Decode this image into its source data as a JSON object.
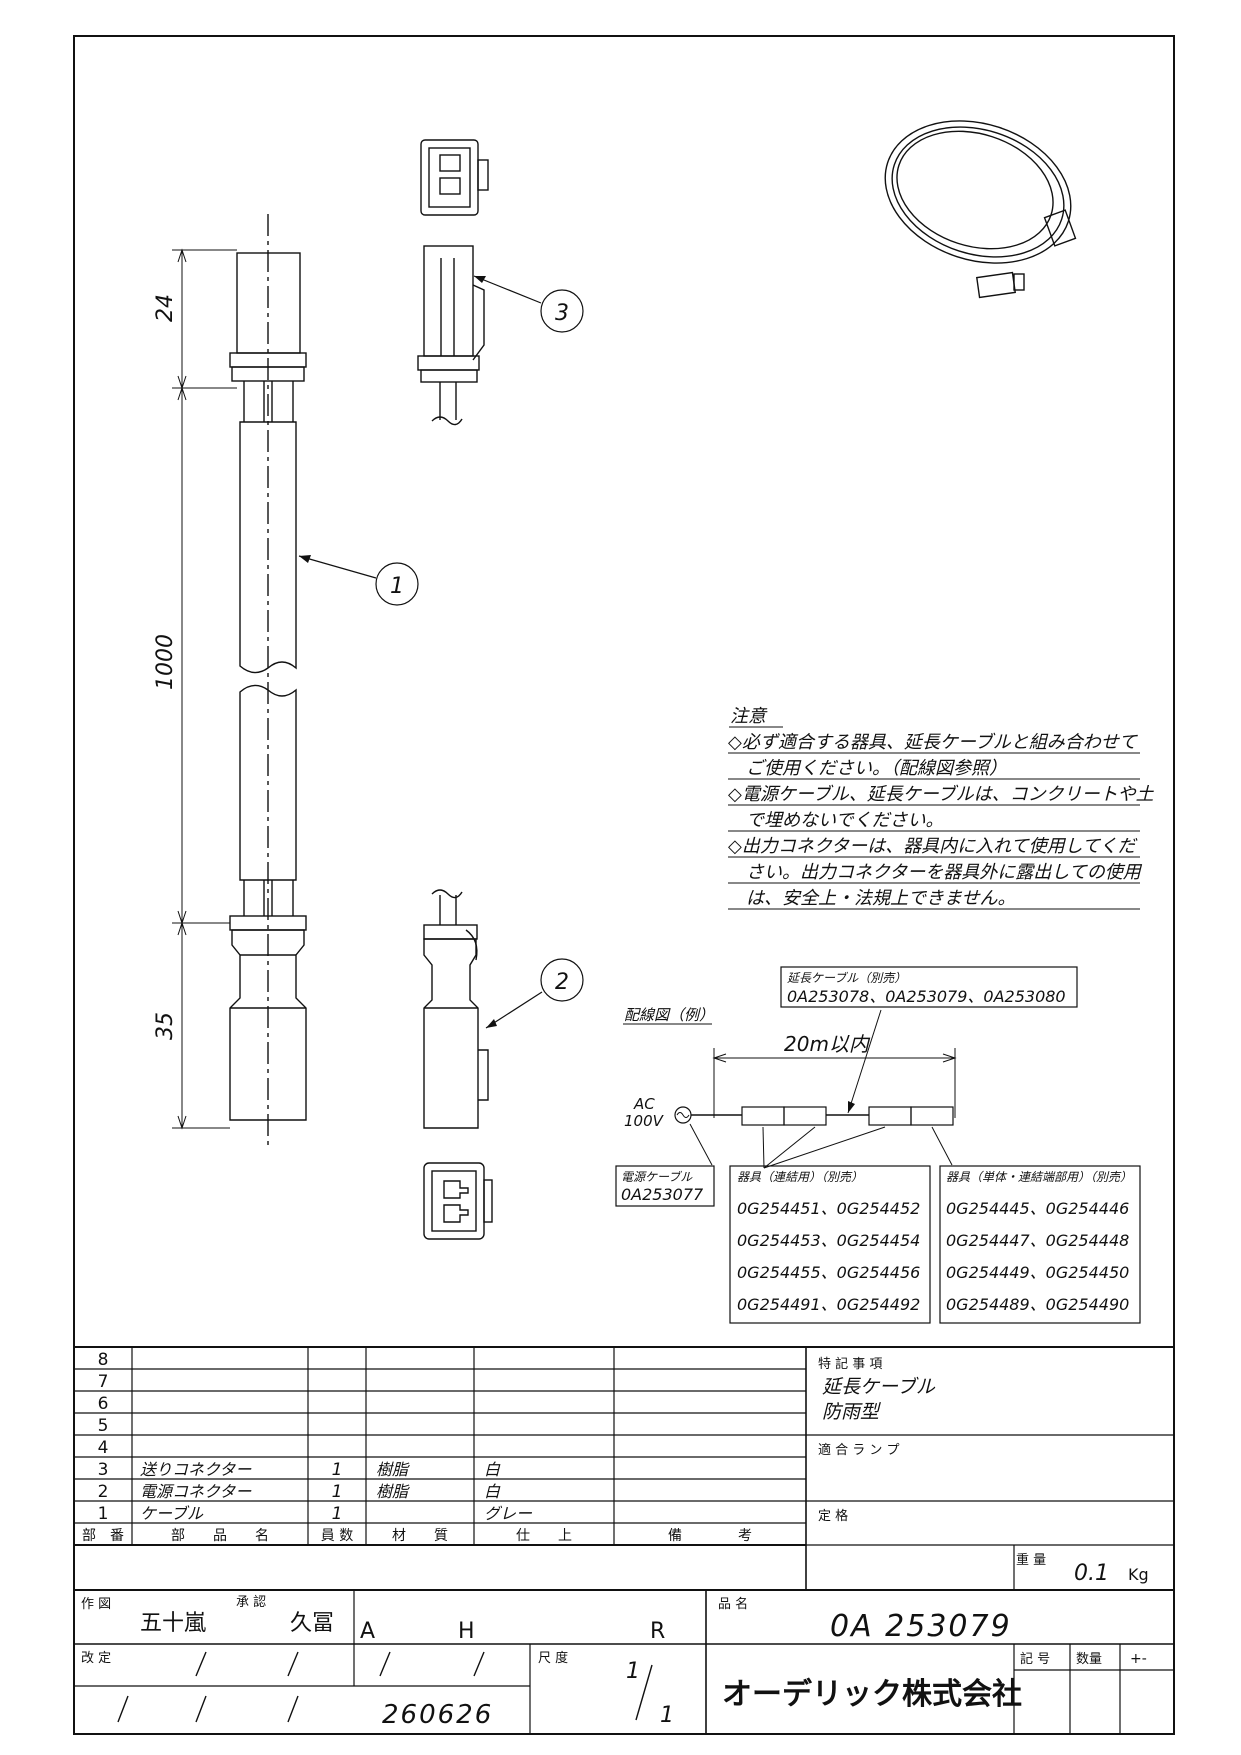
{
  "dimensions": {
    "top": "24",
    "middle": "1000",
    "bottom": "35"
  },
  "callouts": {
    "c1": "1",
    "c2": "2",
    "c3": "3"
  },
  "notes": {
    "title": "注意",
    "lines": [
      "◇必ず適合する器具、延長ケーブルと組み合わせて",
      "ご使用ください。（配線図参照）",
      "◇電源ケーブル、延長ケーブルは、コンクリートや土",
      "で埋めないでください。",
      "◇出力コネクターは、器具内に入れて使用してくだ",
      "さい。出力コネクターを器具外に露出しての使用",
      "は、安全上・法規上できません。"
    ]
  },
  "wiring": {
    "title": "配線図（例）",
    "ext_cable_label": "延長ケーブル（別売）",
    "ext_cable_models": "0A253078、0A253079、0A253080",
    "length": "20m以内",
    "ac_label": "AC",
    "voltage": "100V",
    "power_cable_label": "電源ケーブル",
    "power_cable_model": "0A253077",
    "linked_label": "器具（連結用）（別売）",
    "linked_models": [
      "0G254451、0G254452",
      "0G254453、0G254454",
      "0G254455、0G254456",
      "0G254491、0G254492"
    ],
    "single_label": "器具（単体・連結端部用）（別売）",
    "single_models": [
      "0G254445、0G254446",
      "0G254447、0G254448",
      "0G254449、0G254450",
      "0G254489、0G254490"
    ]
  },
  "parts_table": {
    "rows": [
      {
        "no": "8",
        "name": "",
        "qty": "",
        "material": "",
        "finish": ""
      },
      {
        "no": "7",
        "name": "",
        "qty": "",
        "material": "",
        "finish": ""
      },
      {
        "no": "6",
        "name": "",
        "qty": "",
        "material": "",
        "finish": ""
      },
      {
        "no": "5",
        "name": "",
        "qty": "",
        "material": "",
        "finish": ""
      },
      {
        "no": "4",
        "name": "",
        "qty": "",
        "material": "",
        "finish": ""
      },
      {
        "no": "3",
        "name": "送りコネクター",
        "qty": "1",
        "material": "樹脂",
        "finish": "白"
      },
      {
        "no": "2",
        "name": "電源コネクター",
        "qty": "1",
        "material": "樹脂",
        "finish": "白"
      },
      {
        "no": "1",
        "name": "ケーブル",
        "qty": "1",
        "material": "",
        "finish": "グレー"
      }
    ],
    "headers": {
      "no": "部　番",
      "name": "部　　品　　名",
      "qty": "員 数",
      "material": "材　　質",
      "finish": "仕　　上",
      "remarks": "備　　　　考"
    }
  },
  "spec": {
    "special_label": "特 記 事 項",
    "special_lines": [
      "延長ケーブル",
      "防雨型"
    ],
    "lamp_label": "適 合 ラ ン プ",
    "rating_label": "定 格",
    "weight_label": "重 量",
    "weight_value": "0.1",
    "weight_unit": "Kg"
  },
  "title_block": {
    "drawn_label": "作 図",
    "drawn_by": "五十嵐",
    "approved_label": "承 認",
    "approved_by": "久冨",
    "grade_a": "A",
    "grade_h": "H",
    "grade_r": "R",
    "product_label": "品 名",
    "product_no": "0A 253079",
    "revision_label": "改 定",
    "scale_label": "尺 度",
    "scale_num": "1",
    "scale_den": "1",
    "date": "260626",
    "company": "オーデリック株式会社",
    "symbol_label": "記 号",
    "count_label": "数量",
    "plus_minus": "+-"
  }
}
